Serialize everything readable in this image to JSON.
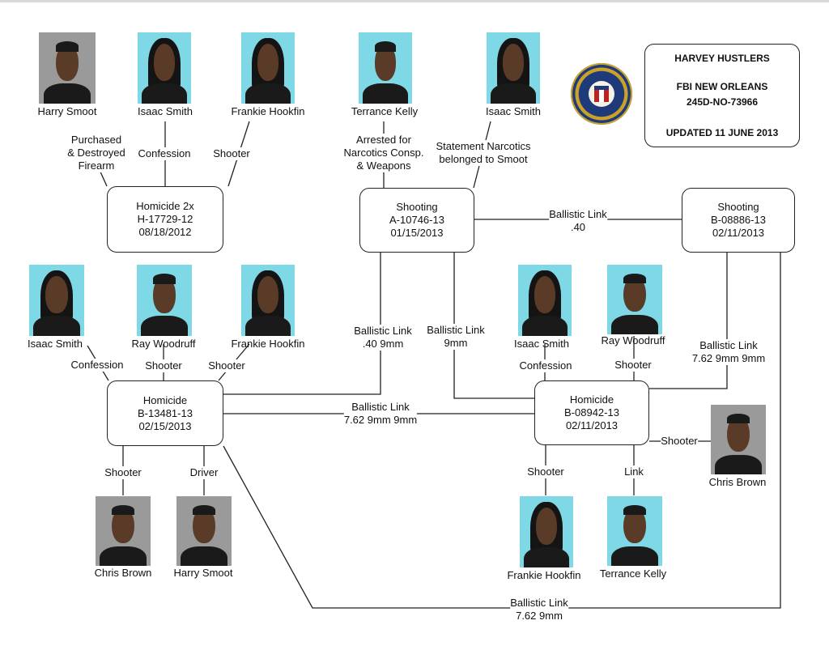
{
  "case_info": {
    "title": "HARVEY HUSTLERS",
    "office": "FBI NEW ORLEANS",
    "file_number": "245D-NO-73966",
    "updated": "UPDATED 11 JUNE 2013"
  },
  "cases": {
    "homicide_2x": {
      "type": "Homicide 2x",
      "number": "H-17729-12",
      "date": "08/18/2012"
    },
    "shooting_a": {
      "type": "Shooting",
      "number": "A-10746-13",
      "date": "01/15/2013"
    },
    "shooting_b": {
      "type": "Shooting",
      "number": "B-08886-13",
      "date": "02/11/2013"
    },
    "homicide_b13481": {
      "type": "Homicide",
      "number": "B-13481-13",
      "date": "02/15/2013"
    },
    "homicide_b08942": {
      "type": "Homicide",
      "number": "B-08942-13",
      "date": "02/11/2013"
    }
  },
  "people": {
    "harry_smoot_1": "Harry Smoot",
    "isaac_smith_1": "Isaac Smith",
    "frankie_hookfin_1": "Frankie Hookfin",
    "terrance_kelly_1": "Terrance Kelly",
    "isaac_smith_2": "Isaac Smith",
    "isaac_smith_3": "Isaac Smith",
    "ray_woodruff_1": "Ray Woodruff",
    "frankie_hookfin_2": "Frankie Hookfin",
    "isaac_smith_4": "Isaac Smith",
    "ray_woodruff_2": "Ray Woodruff",
    "chris_brown_1": "Chris Brown",
    "harry_smoot_2": "Harry Smoot",
    "frankie_hookfin_3": "Frankie Hookfin",
    "terrance_kelly_2": "Terrance Kelly",
    "chris_brown_2": "Chris Brown"
  },
  "roles": {
    "purchased_line1": "Purchased",
    "purchased_line2": "& Destroyed",
    "purchased_line3": "Firearm",
    "confession_1": "Confession",
    "shooter_1": "Shooter",
    "arrested_line1": "Arrested for",
    "arrested_line2": "Narcotics Consp.",
    "arrested_line3": "& Weapons",
    "statement_line1": "Statement Narcotics",
    "statement_line2": "belonged to Smoot",
    "confession_2": "Confession",
    "shooter_2": "Shooter",
    "shooter_3": "Shooter",
    "confession_3": "Confession",
    "shooter_4": "Shooter",
    "shooter_5": "Shooter",
    "driver": "Driver",
    "shooter_6": "Shooter",
    "link": "Link",
    "shooter_7": "Shooter"
  },
  "links": {
    "bl_ab_line1": "Ballistic Link",
    "bl_ab_line2": ".40",
    "bl_40_9mm_line1": "Ballistic Link",
    "bl_40_9mm_line2": ".40  9mm",
    "bl_9mm_line1": "Ballistic Link",
    "bl_9mm_line2": "9mm",
    "bl_762_right_line1": "Ballistic Link",
    "bl_762_right_line2": "7.62  9mm  9mm",
    "bl_mid_line1": "Ballistic Link",
    "bl_mid_line2": "7.62  9mm 9mm",
    "bl_bottom_line1": "Ballistic Link",
    "bl_bottom_line2": "7.62  9mm"
  },
  "colors": {
    "photo_background": "#7fd8e6",
    "gray_background": "#9a9a9a",
    "line": "#222222"
  }
}
